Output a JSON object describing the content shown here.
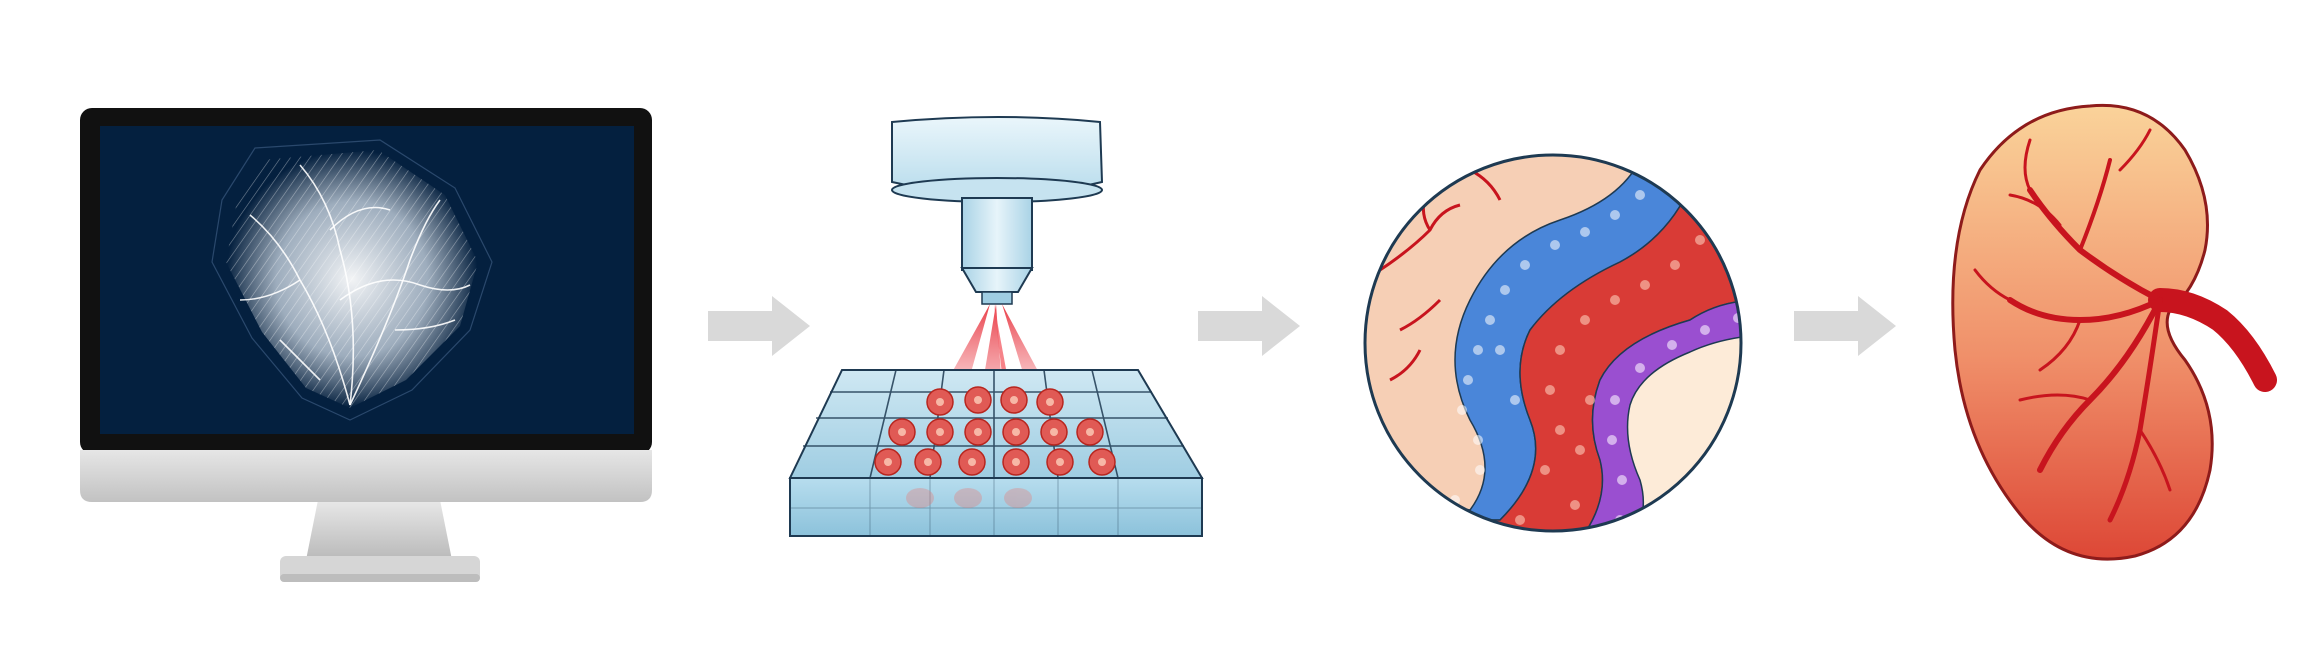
{
  "diagram": {
    "background": "#ffffff",
    "steps": [
      {
        "id": "computer",
        "icon": "computer-monitor-3d-scan-icon"
      },
      {
        "id": "bioprinter",
        "icon": "laser-bioprinter-icon"
      },
      {
        "id": "tissue",
        "icon": "magnified-tissue-cells-icon"
      },
      {
        "id": "organ",
        "icon": "kidney-organ-icon"
      }
    ],
    "arrows": 3,
    "colors": {
      "arrow": "#d9d9d9",
      "screen": "#04203f",
      "monitor_frame": "#111111",
      "monitor_base": "#cfcfcf",
      "printer_body": "#cfe8f3",
      "laser": "#e8343f",
      "cell_red": "#d93b36",
      "cell_blue": "#4a86d9",
      "cell_purple": "#9a4fd0",
      "tissue_bg": "#f6cfb5",
      "vessel": "#c8141e",
      "organ_top": "#f8c98c",
      "organ_bottom": "#e0503f",
      "outline": "#1e3a52"
    }
  }
}
